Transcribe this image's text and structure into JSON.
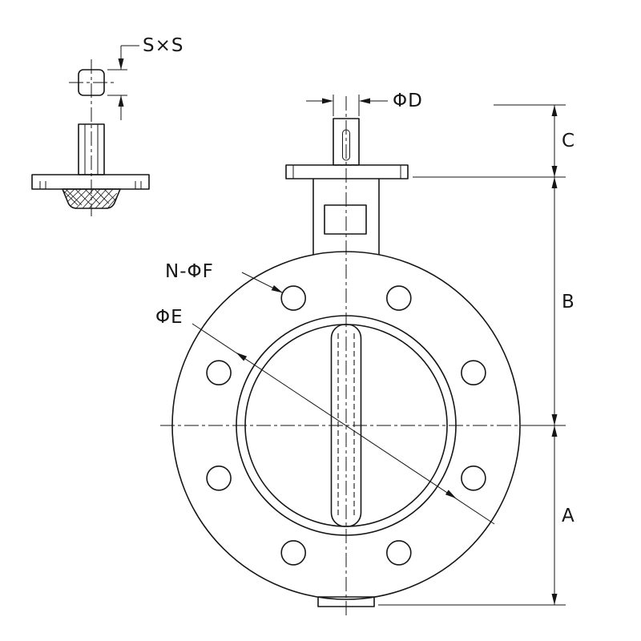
{
  "drawing": {
    "colors": {
      "line": "#161616",
      "background": "#ffffff"
    },
    "labels": {
      "stem_square": "S×S",
      "stem_diameter": "ΦD",
      "height_c": "C",
      "height_b": "B",
      "height_a": "A",
      "bolt_holes": "N-ΦF",
      "bolt_circle": "ΦE"
    }
  }
}
